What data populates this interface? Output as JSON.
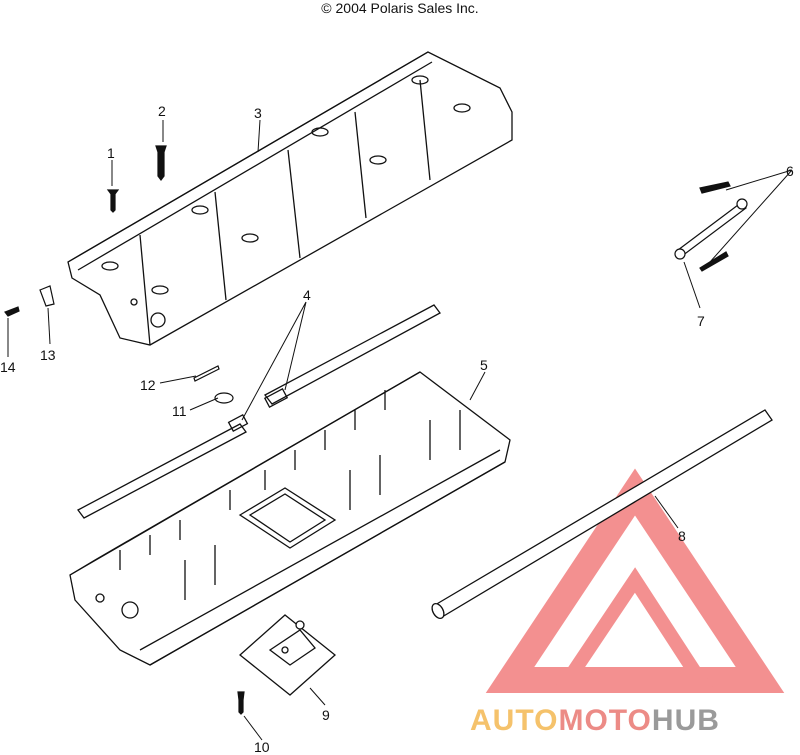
{
  "header": {
    "copyright": "© 2004 Polaris Sales Inc."
  },
  "callouts": [
    "1",
    "2",
    "3",
    "4",
    "5",
    "6",
    "7",
    "8",
    "9",
    "10",
    "11",
    "12",
    "13",
    "14"
  ],
  "logo": {
    "part1": "AUTO",
    "part2": "MOTO",
    "part3": "HUB",
    "colors": {
      "auto": "#f5c26b",
      "moto": "#ec8b86",
      "hub": "#9a9a9a",
      "mark": "#ef6b6b"
    }
  }
}
